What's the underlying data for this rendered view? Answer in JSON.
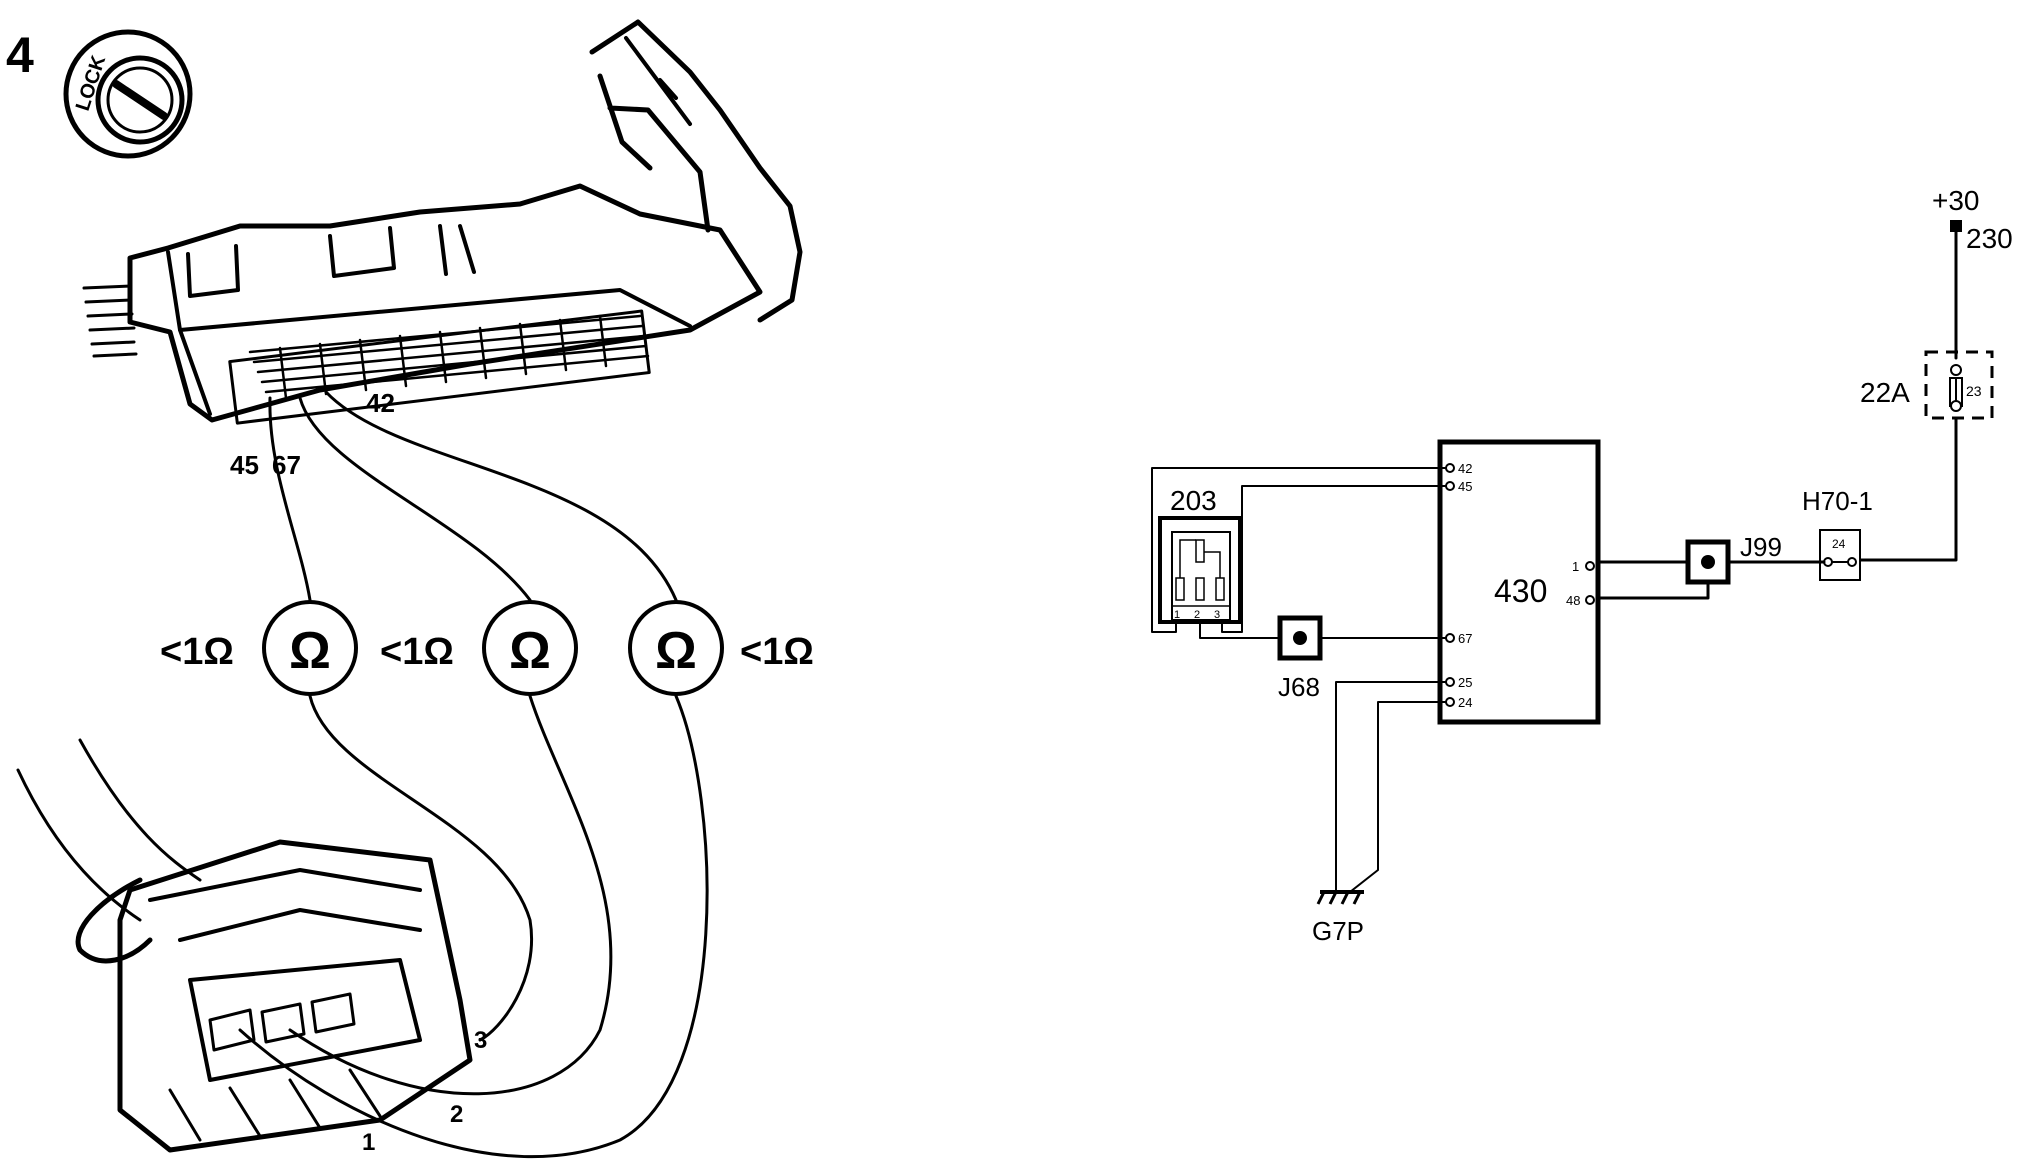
{
  "figure": {
    "step_number": "4",
    "lock_label": "LOCK"
  },
  "test_diagram": {
    "ecu_pins": [
      "45",
      "67",
      "42"
    ],
    "ohmmeters": [
      {
        "symbol": "Ω",
        "reading": "<1Ω"
      },
      {
        "symbol": "Ω",
        "reading": "<1Ω"
      },
      {
        "symbol": "Ω",
        "reading": "<1Ω"
      }
    ],
    "connector_pins": [
      "1",
      "2",
      "3"
    ]
  },
  "schematic": {
    "supply": {
      "label": "+30",
      "node": "230"
    },
    "fuse": {
      "label": "22A",
      "pin": "23"
    },
    "connector_h70": {
      "label": "H70-1",
      "pin": "24"
    },
    "junction_j99": {
      "label": "J99"
    },
    "ecu": {
      "label": "430",
      "pins": [
        "42",
        "45",
        "1",
        "48",
        "67",
        "25",
        "24"
      ]
    },
    "sensor": {
      "label": "203",
      "pins": [
        "1",
        "2",
        "3"
      ]
    },
    "junction_j68": {
      "label": "J68"
    },
    "ground": {
      "label": "G7P"
    }
  }
}
